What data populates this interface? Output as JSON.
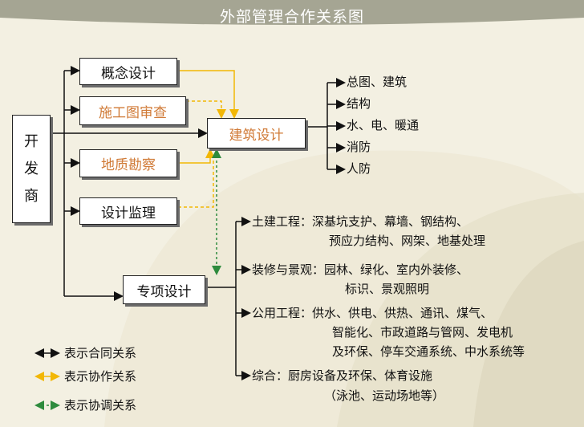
{
  "title": "外部管理合作关系图",
  "boxes": {
    "developer": [
      "开",
      "发",
      "商"
    ],
    "concept": "概念设计",
    "review": "施工图审查",
    "geology": "地质勘察",
    "supervision": "设计监理",
    "special": "专项设计",
    "arch": "建筑设计"
  },
  "arch_items": [
    "总图、建筑",
    "结构",
    "水、电、暖通",
    "消防",
    "人防"
  ],
  "special_items": {
    "civil": [
      "土建工程：深基坑支护、幕墙、钢结构、",
      "预应力结构、网架、地基处理"
    ],
    "decor": [
      "装修与景观：园林、绿化、室内外装修、",
      "标识、景观照明"
    ],
    "public": [
      "公用工程：供水、供电、供热、通讯、煤气、",
      "智能化、市政道路与管网、发电机",
      "及环保、停车交通系统、中水系统等"
    ],
    "misc": [
      "综合：厨房设备及环保、体育设施",
      "（泳池、运动场地等）"
    ]
  },
  "legend": {
    "contract": "表示合同关系",
    "cooperate": "表示协作关系",
    "coordinate": "表示协调关系"
  },
  "colors": {
    "contract": "#111111",
    "cooperate": "#f2b705",
    "coordinate": "#2e8b3d",
    "orange_text": "#d07a36",
    "title_bg": "#a5a593"
  }
}
